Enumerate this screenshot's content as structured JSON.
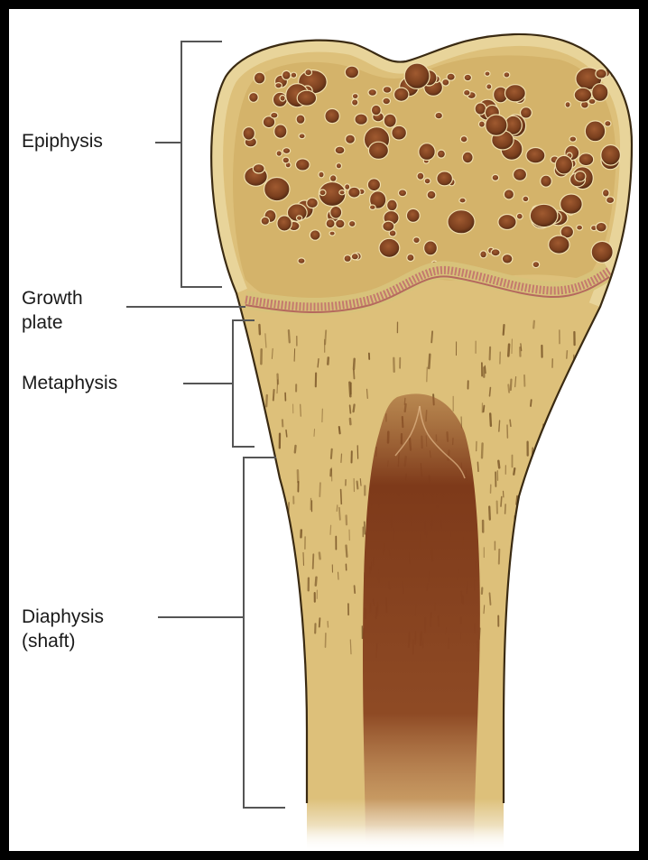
{
  "diagram": {
    "subject": "longitudinal section of the end of a long bone",
    "labels": {
      "epiphysis": "Epiphysis",
      "growth_plate": "Growth\nplate",
      "metaphysis": "Metaphysis",
      "diaphysis": "Diaphysis\n(shaft)"
    },
    "colors": {
      "background": "#ffffff",
      "frame": "#000000",
      "bone_fill": "#ddc07a",
      "bone_outline": "#3a2a12",
      "spongy_pores": "#7a3f1e",
      "growth_plate": "#c47a6e",
      "marrow_cavity": "#7e3a1a",
      "leader_lines": "#555555"
    }
  }
}
